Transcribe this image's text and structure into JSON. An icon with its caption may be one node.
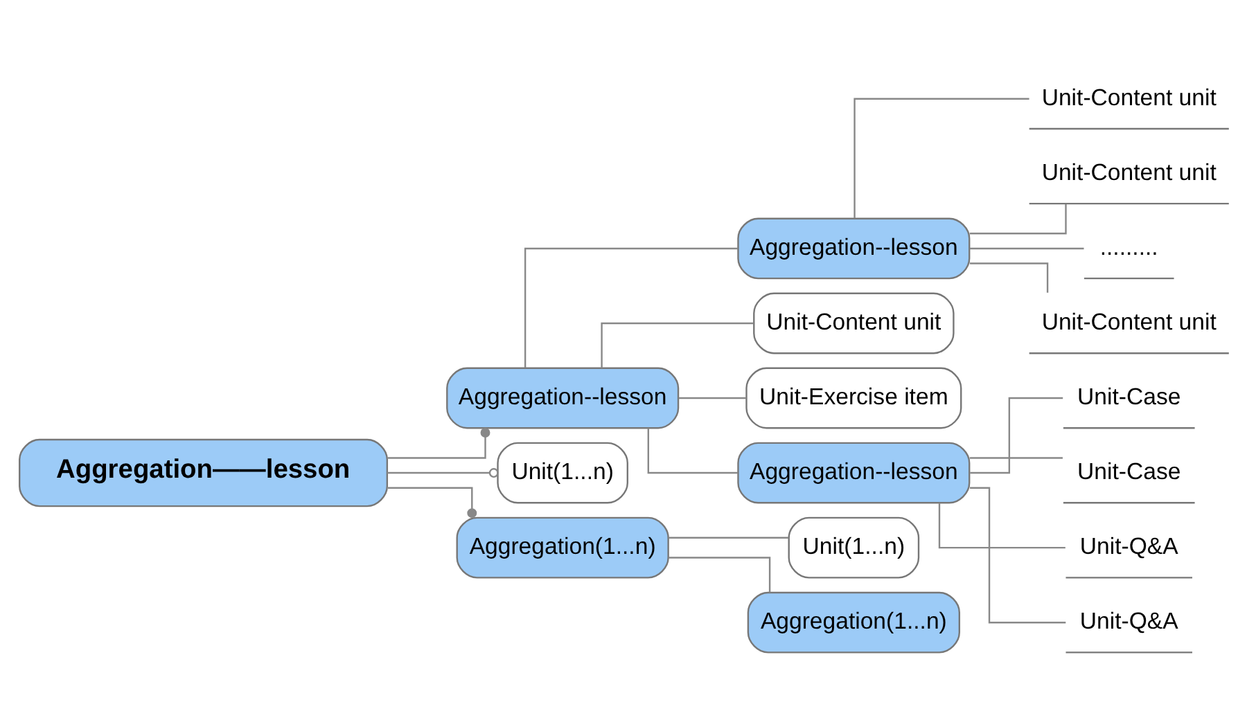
{
  "diagram": {
    "nodes": [
      {
        "text": [
          "Aggregation——lesson"
        ]
      },
      {
        "text": [
          "Aggregation--lesson"
        ]
      },
      {
        "text": [
          "Aggregation--lesson"
        ]
      },
      {
        "text": [
          "Unit-Content unit"
        ]
      },
      {
        "text": [
          "Unit-Content unit"
        ]
      },
      {
        "text": [
          "........."
        ]
      },
      {
        "text": [
          "Unit-Content unit"
        ]
      },
      {
        "text": [
          "Unit-Content unit"
        ]
      },
      {
        "text": [
          "Unit-Exercise item"
        ]
      },
      {
        "text": [
          "Aggregation--lesson"
        ]
      },
      {
        "text": [
          "Unit-Case"
        ]
      },
      {
        "text": [
          "Unit-Case"
        ]
      },
      {
        "text": [
          "Unit-Q&A"
        ]
      },
      {
        "text": [
          "Unit-Q&A"
        ]
      },
      {
        "text": [
          "Unit(1...n)"
        ]
      },
      {
        "text": [
          "Aggregation(1...n)"
        ]
      },
      {
        "text": [
          "Unit(1...n)"
        ]
      },
      {
        "text": [
          "Aggregation(1...n)"
        ]
      }
    ],
    "edges": [
      {
        "from": 0,
        "to": 1,
        "arrow": "other"
      },
      {
        "from": 1,
        "to": 2,
        "arrow": "none"
      },
      {
        "from": 2,
        "to": 3,
        "arrow": "none"
      },
      {
        "from": 2,
        "to": 4,
        "arrow": "none"
      },
      {
        "from": 2,
        "to": 5,
        "arrow": "none"
      },
      {
        "from": 2,
        "to": 6,
        "arrow": "none"
      },
      {
        "from": 1,
        "to": 7,
        "arrow": "none"
      },
      {
        "from": 1,
        "to": 8,
        "arrow": "none"
      },
      {
        "from": 1,
        "to": 9,
        "arrow": "none"
      },
      {
        "from": 9,
        "to": 10,
        "arrow": "none"
      },
      {
        "from": 9,
        "to": 11,
        "arrow": "none"
      },
      {
        "from": 9,
        "to": 12,
        "arrow": "none"
      },
      {
        "from": 9,
        "to": 13,
        "arrow": "none"
      },
      {
        "from": 0,
        "to": 14,
        "arrow": "other"
      },
      {
        "from": 0,
        "to": 15,
        "arrow": "other"
      },
      {
        "from": 15,
        "to": 16,
        "arrow": "none"
      },
      {
        "from": 15,
        "to": 17,
        "arrow": "none"
      }
    ]
  }
}
